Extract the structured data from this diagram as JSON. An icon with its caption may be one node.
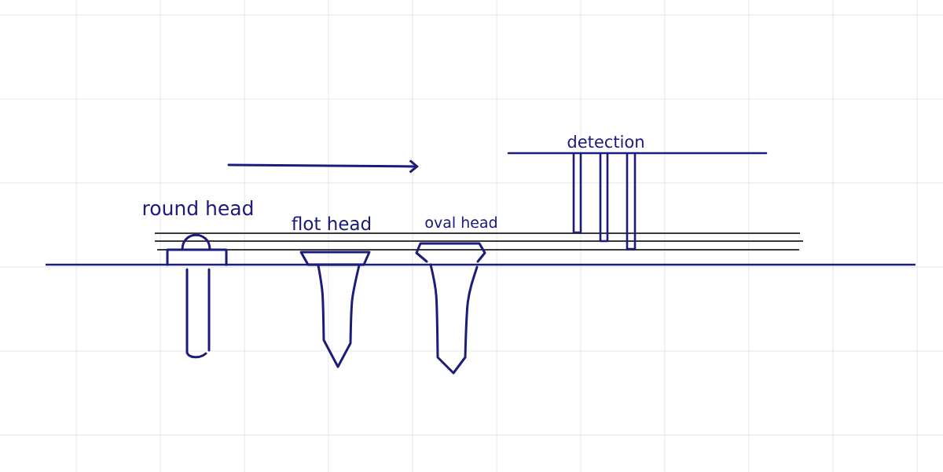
{
  "diagram": {
    "labels": [
      "detection",
      "round head",
      "flot head",
      "oval head"
    ]
  }
}
